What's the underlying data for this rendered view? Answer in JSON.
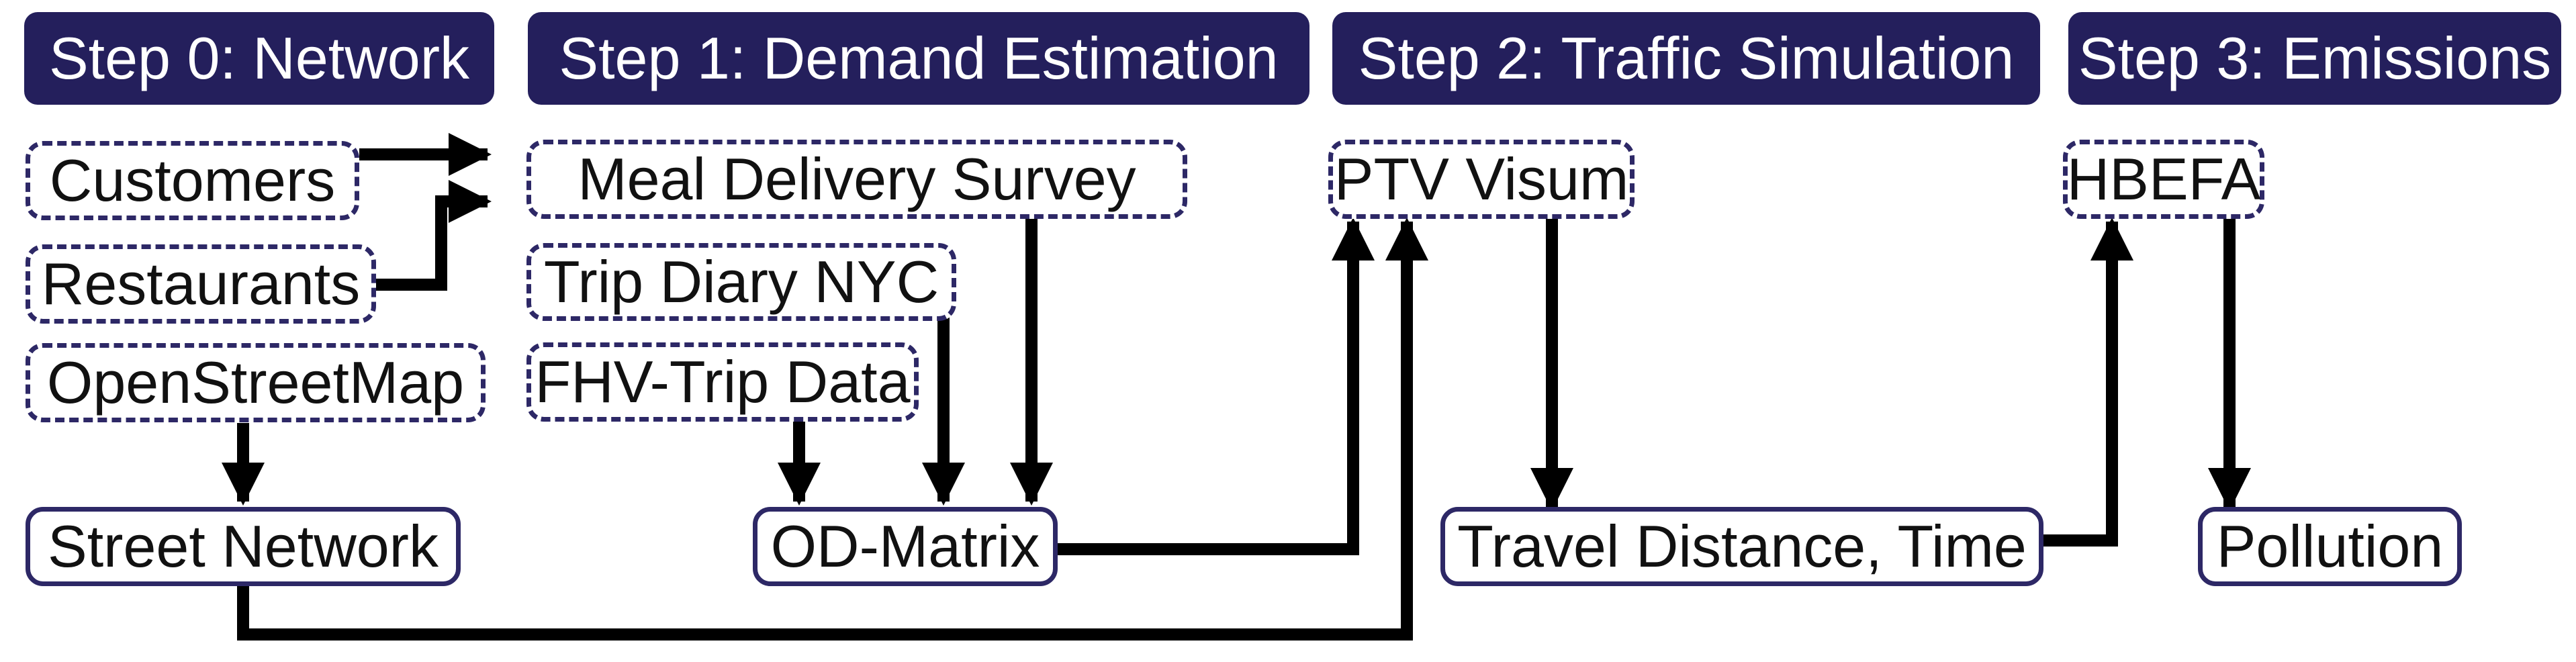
{
  "headers": {
    "step0": "Step 0: Network",
    "step1": "Step 1: Demand Estimation",
    "step2": "Step 2: Traffic Simulation",
    "step3": "Step 3: Emissions"
  },
  "inputs": {
    "customers": "Customers",
    "restaurants": "Restaurants",
    "openstreetmap": "OpenStreetMap",
    "meal_survey": "Meal Delivery Survey",
    "trip_diary": "Trip Diary NYC",
    "fhv_data": "FHV-Trip Data",
    "ptv_visum": "PTV Visum",
    "hbefa": "HBEFA"
  },
  "outputs": {
    "street_network": "Street Network",
    "od_matrix": "OD-Matrix",
    "travel": "Travel Distance, Time",
    "pollution": "Pollution"
  },
  "colors": {
    "header_bg": "#241f5c",
    "header_text": "#ffffff",
    "border": "#2d2866",
    "arrow": "#000000"
  }
}
